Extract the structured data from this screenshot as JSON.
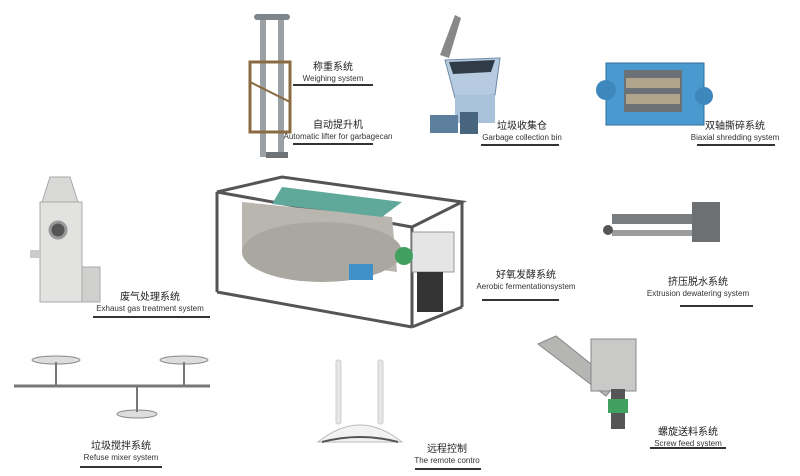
{
  "labels": {
    "weighing": {
      "zh": "称重系统",
      "en": "Weighing system"
    },
    "lifter": {
      "zh": "自动提升机",
      "en": "Automatic lifter for garbagecan"
    },
    "bin": {
      "zh": "垃圾收集仓",
      "en": "Garbage collection bin"
    },
    "shredding": {
      "zh": "双轴撕碎系统",
      "en": "Biaxial shredding system"
    },
    "exhaust": {
      "zh": "废气处理系统",
      "en": "Exhaust gas treatment system"
    },
    "aerobic": {
      "zh": "好氧发酵系统",
      "en": "Aerobic fermentationsystem"
    },
    "extrusion": {
      "zh": "挤压脱水系统",
      "en": "Extrusion dewatering system"
    },
    "screw": {
      "zh": "螺旋送料系统",
      "en": "Screw feed system"
    },
    "mixer": {
      "zh": "垃圾搅拌系统",
      "en": "Refuse mixer system"
    },
    "remote": {
      "zh": "远程控制",
      "en": "The remote contro"
    }
  },
  "colors": {
    "steel": "#8a8d90",
    "panel": "#c8c8c4",
    "blue": "#4a9ad0",
    "lightblue": "#a9c7e0",
    "green": "#3fa060",
    "teal": "#5fa89a"
  }
}
